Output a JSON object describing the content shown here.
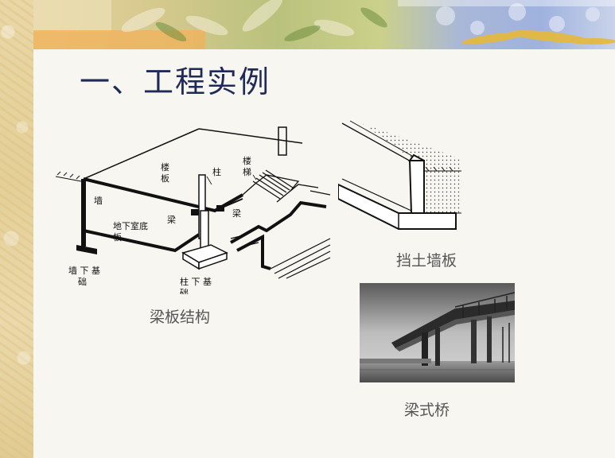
{
  "title": "一、工程实例",
  "figures": {
    "beam_slab": {
      "caption": "梁板结构",
      "labels": {
        "floor_slab": [
          "楼",
          "板"
        ],
        "column": "柱",
        "stair": [
          "楼",
          "梯"
        ],
        "wall": "墙",
        "beam_left": "梁",
        "beam_right": "梁",
        "basement_floor": [
          "地下室底",
          "板"
        ],
        "wall_foundation": [
          "墙 下 基",
          "础"
        ],
        "column_foundation": [
          "柱 下 基",
          "础"
        ]
      }
    },
    "retaining_wall": {
      "caption": "挡土墙板"
    },
    "beam_bridge": {
      "caption": "梁式桥"
    }
  }
}
